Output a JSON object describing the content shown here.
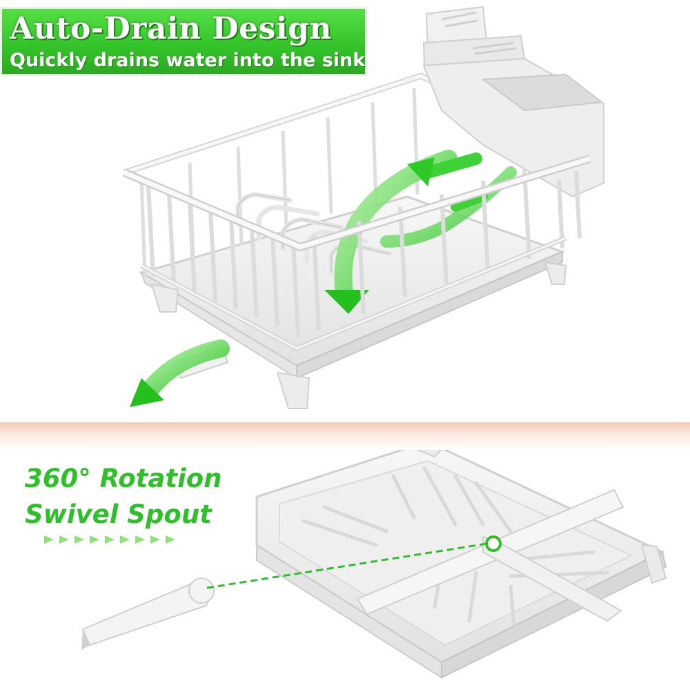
{
  "banner": {
    "title": "Auto-Drain Design",
    "subtitle": "Quickly drains water into the sink"
  },
  "rotation": {
    "line1": "360° Rotation",
    "line2": "Swivel Spout"
  },
  "colors": {
    "accent_green": "#33c52a",
    "arrow_green": "#39d232",
    "rack_white": "#f4f4f4",
    "divider_peach": "#f2c9b6"
  }
}
